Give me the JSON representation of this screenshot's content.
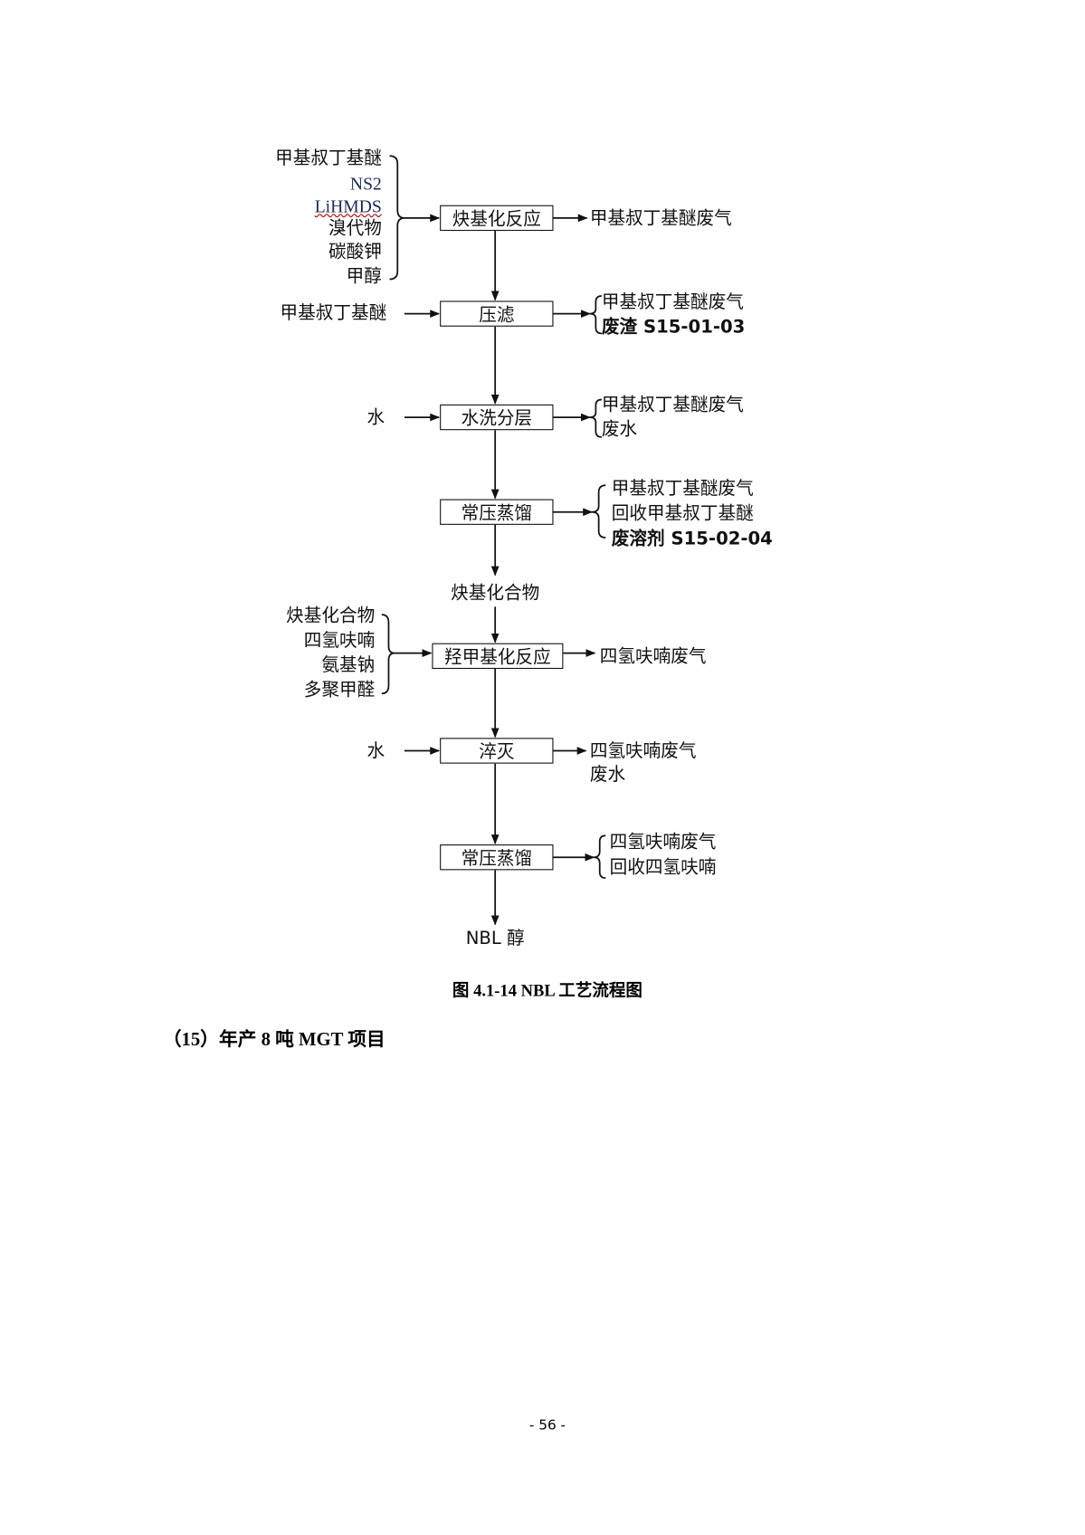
{
  "flowchart": {
    "inputs1": [
      "甲基叔丁基醚",
      "NS2",
      "LiHMDS",
      "溴代物",
      "碳酸钾",
      "甲醇"
    ],
    "step1": "炔基化反应",
    "out1": "甲基叔丁基醚废气",
    "input2": "甲基叔丁基醚",
    "step2": "压滤",
    "out2": [
      "甲基叔丁基醚废气",
      "废渣 S15-01-03"
    ],
    "input3": "水",
    "step3": "水洗分层",
    "out3": [
      "甲基叔丁基醚废气",
      "废水"
    ],
    "step4": "常压蒸馏",
    "out4": [
      "甲基叔丁基醚废气",
      "回收甲基叔丁基醚",
      "废溶剂 S15-02-04"
    ],
    "intermediate": "炔基化合物",
    "inputs5": [
      "炔基化合物",
      "四氢呋喃",
      "氨基钠",
      "多聚甲醛"
    ],
    "step5": "羟甲基化反应",
    "out5": "四氢呋喃废气",
    "input6": "水",
    "step6": "淬灭",
    "out6": [
      "四氢呋喃废气",
      "废水"
    ],
    "step7": "常压蒸馏",
    "out7": [
      "四氢呋喃废气",
      "回收四氢呋喃"
    ],
    "product": "NBL 醇"
  },
  "caption": "图 4.1-14 NBL 工艺流程图",
  "heading": "（15）年产 8 吨 MGT 项目",
  "page_number": "- 56 -"
}
